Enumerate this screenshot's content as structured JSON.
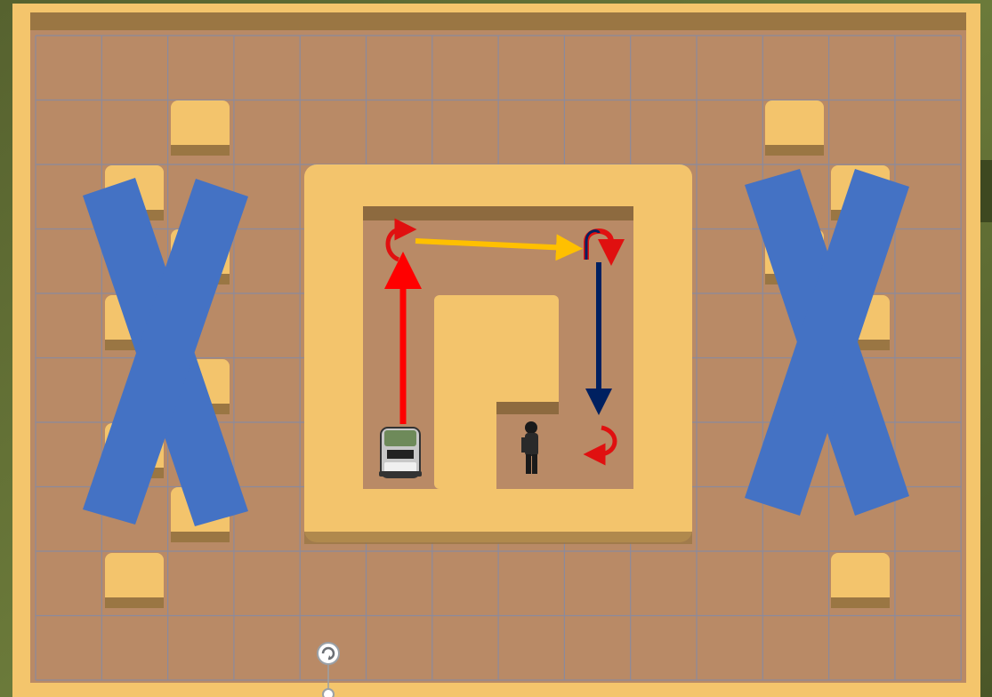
{
  "colors": {
    "backdrop": "#5f6b35",
    "backdrop_dark": "#3f4a22",
    "frame": "#f4c56c",
    "ground": "#b98a66",
    "grid_line": "#8c8a9c",
    "sand": "#f3c46c",
    "sand_edge": "#9a7643",
    "cross": "#4472c4",
    "arrow_red": "#ff0000",
    "arrow_yellow": "#ffc000",
    "arrow_navy": "#002060",
    "turn_red": "#e01010"
  },
  "board": {
    "columns": 14,
    "rows": 10
  },
  "pieces": {
    "vehicle": {
      "icon": "jeep-icon"
    },
    "person": {
      "icon": "soldier-icon"
    }
  },
  "annotations": {
    "path_arrows": [
      "red-up",
      "yellow-right",
      "navy-down"
    ],
    "turn_markers": [
      "turn-right",
      "u-turn",
      "turn-left"
    ],
    "crosses": [
      "left-cross",
      "right-cross"
    ]
  },
  "handle": {
    "icon": "rotate-icon"
  }
}
